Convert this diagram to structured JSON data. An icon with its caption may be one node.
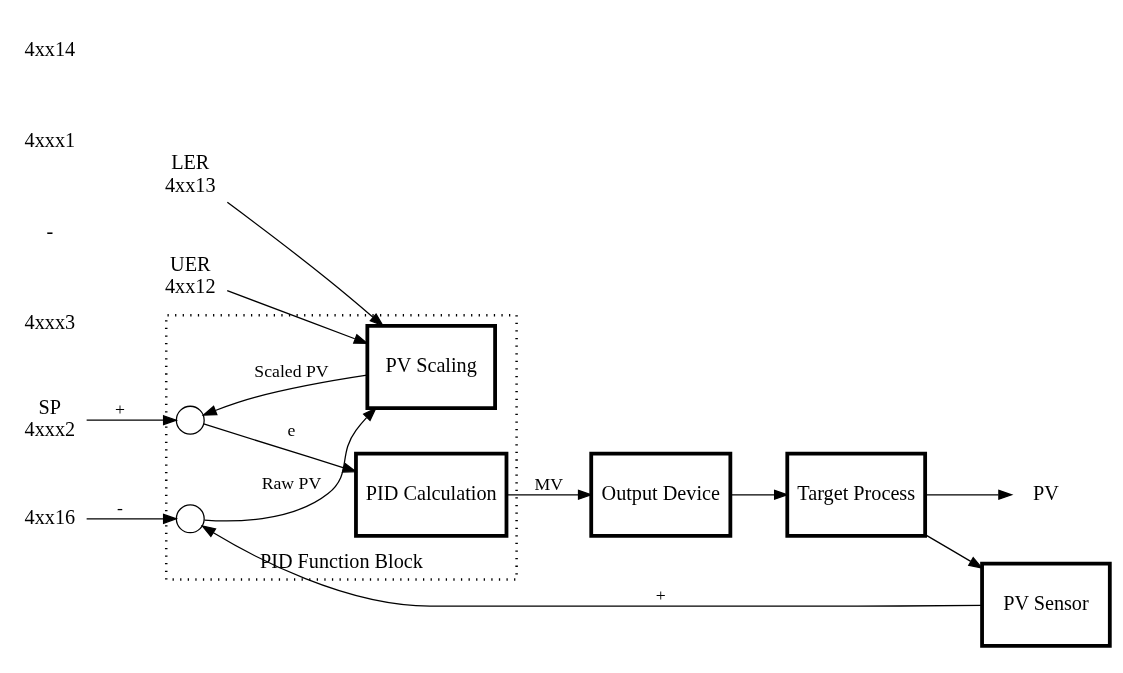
{
  "diagram": {
    "nodes": [
      {
        "text": [
          "PID Function Block"
        ]
      },
      {
        "text": [
          "SP"
        ],
        "beside": [
          "4xxx2"
        ]
      },
      {
        "text": [],
        "shape": "circle",
        "in": 0
      },
      {
        "text": [
          "PID Calculation"
        ],
        "in": 0
      },
      {
        "text": [
          "Output Device"
        ]
      },
      {
        "text": [
          "Target Process"
        ]
      },
      {
        "text": [
          "PV"
        ]
      },
      {
        "text": [
          "PV Sensor"
        ]
      },
      {
        "text": [],
        "shape": "circle",
        "in": 0
      },
      {
        "text": [
          "PV Scaling"
        ],
        "in": 0
      },
      {
        "text": [
          "UER"
        ],
        "beside": [
          "4xx12"
        ]
      },
      {
        "text": [
          "LER"
        ],
        "beside": [
          "4xx13"
        ]
      },
      {
        "text": [
          "4xx16"
        ]
      }
    ],
    "edges": [
      {
        "from": 1,
        "to": 2,
        "arrow": "to",
        "label": "+"
      },
      {
        "from": 2,
        "to": 3,
        "arrow": "to",
        "label": "e"
      },
      {
        "from": 3,
        "to": 4,
        "arrow": "to",
        "label": "MV"
      },
      {
        "from": 4,
        "to": 5,
        "arrow": "to"
      },
      {
        "from": 5,
        "to": 6,
        "arrow": "to"
      },
      {
        "from": 5,
        "to": 7,
        "arrow": "to"
      },
      {
        "from": 7,
        "to": 8,
        "arrow": "to",
        "label": "+"
      },
      {
        "from": 8,
        "to": 9,
        "arrow": "to",
        "label": "Raw PV"
      },
      {
        "from": 9,
        "to": 2,
        "arrow": "to",
        "label": "Scaled PV"
      },
      {
        "from": 10,
        "to": 9,
        "arrow": "to"
      },
      {
        "from": 11,
        "to": 9,
        "arrow": "to"
      },
      {
        "from": 12,
        "to": 8,
        "arrow": "to",
        "label": "-"
      }
    ],
    "labels": [
      "4xxx3",
      "-",
      "4xxx1",
      "4xx14"
    ]
  }
}
